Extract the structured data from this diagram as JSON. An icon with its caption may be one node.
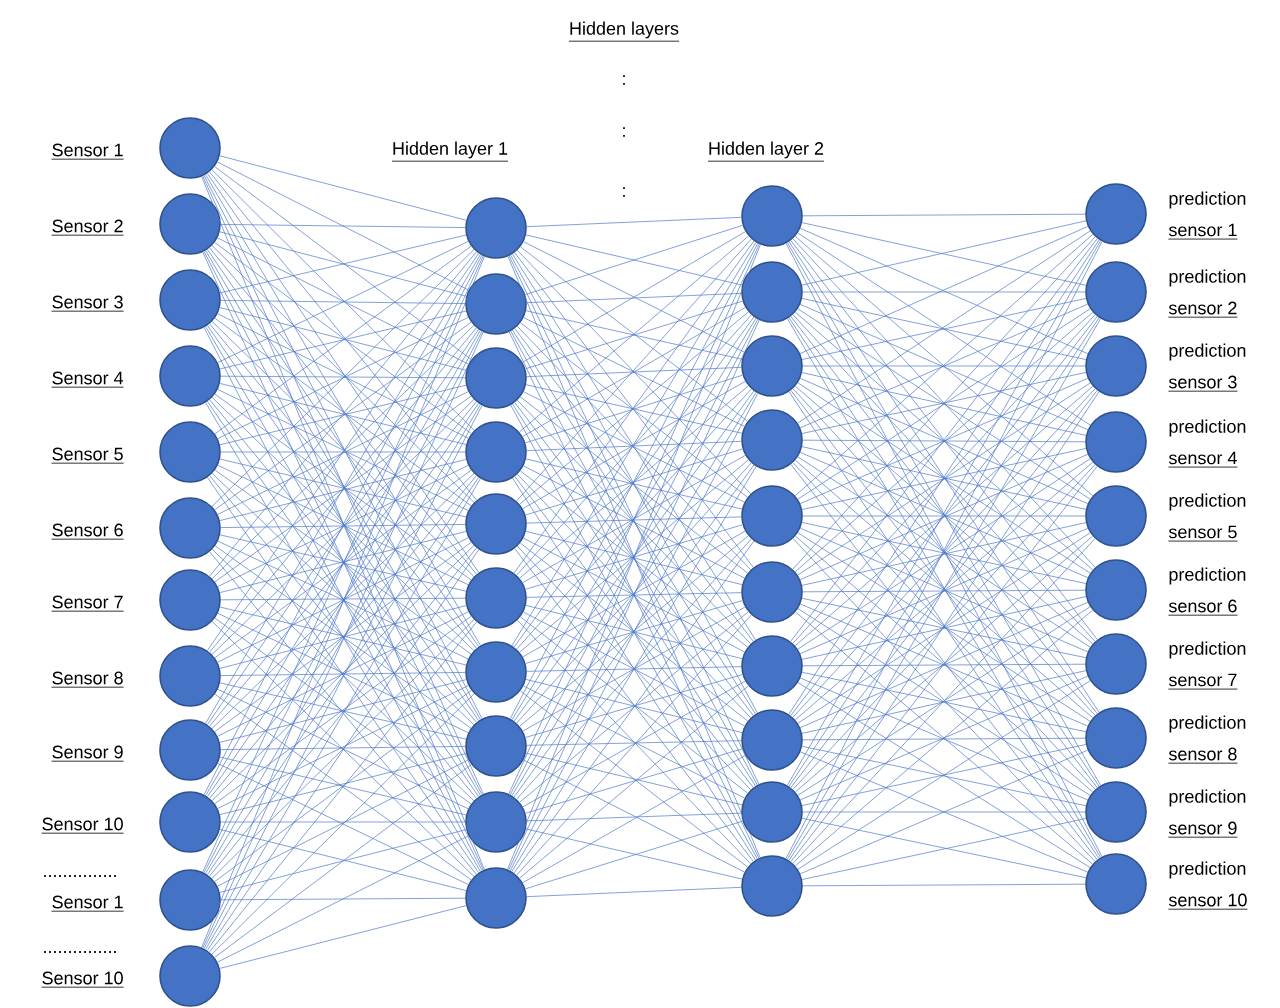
{
  "diagram": {
    "title": "Hidden layers",
    "nodes": [
      {
        "text": [],
        "shape": "circle",
        "beside": [
          "Sensor 1"
        ]
      },
      {
        "text": [],
        "shape": "circle",
        "beside": [
          "Sensor 2"
        ]
      },
      {
        "text": [],
        "shape": "circle",
        "beside": [
          "Sensor 3"
        ]
      },
      {
        "text": [],
        "shape": "circle",
        "beside": [
          "Sensor 4"
        ]
      },
      {
        "text": [],
        "shape": "circle",
        "beside": [
          "Sensor 5"
        ]
      },
      {
        "text": [],
        "shape": "circle",
        "beside": [
          "Sensor 6"
        ]
      },
      {
        "text": [],
        "shape": "circle",
        "beside": [
          "Sensor 7"
        ]
      },
      {
        "text": [],
        "shape": "circle",
        "beside": [
          "Sensor 8"
        ]
      },
      {
        "text": [],
        "shape": "circle",
        "beside": [
          "Sensor 9"
        ]
      },
      {
        "text": [],
        "shape": "circle",
        "beside": [
          "Sensor 10"
        ]
      },
      {
        "text": [],
        "shape": "circle",
        "beside": [
          "Sensor 1"
        ]
      },
      {
        "text": [],
        "shape": "circle",
        "beside": [
          "Sensor 10"
        ]
      },
      {
        "text": [],
        "shape": "circle"
      },
      {
        "text": [],
        "shape": "circle"
      },
      {
        "text": [],
        "shape": "circle"
      },
      {
        "text": [],
        "shape": "circle"
      },
      {
        "text": [],
        "shape": "circle"
      },
      {
        "text": [],
        "shape": "circle"
      },
      {
        "text": [],
        "shape": "circle"
      },
      {
        "text": [],
        "shape": "circle"
      },
      {
        "text": [],
        "shape": "circle"
      },
      {
        "text": [],
        "shape": "circle"
      },
      {
        "text": [],
        "shape": "circle"
      },
      {
        "text": [],
        "shape": "circle"
      },
      {
        "text": [],
        "shape": "circle"
      },
      {
        "text": [],
        "shape": "circle"
      },
      {
        "text": [],
        "shape": "circle"
      },
      {
        "text": [],
        "shape": "circle"
      },
      {
        "text": [],
        "shape": "circle"
      },
      {
        "text": [],
        "shape": "circle"
      },
      {
        "text": [],
        "shape": "circle"
      },
      {
        "text": [],
        "shape": "circle"
      },
      {
        "text": [],
        "shape": "circle",
        "beside": [
          "prediction",
          "sensor 1"
        ]
      },
      {
        "text": [],
        "shape": "circle",
        "beside": [
          "prediction",
          "sensor 2"
        ]
      },
      {
        "text": [],
        "shape": "circle",
        "beside": [
          "prediction",
          "sensor 3"
        ]
      },
      {
        "text": [],
        "shape": "circle",
        "beside": [
          "prediction",
          "sensor 4"
        ]
      },
      {
        "text": [],
        "shape": "circle",
        "beside": [
          "prediction",
          "sensor 5"
        ]
      },
      {
        "text": [],
        "shape": "circle",
        "beside": [
          "prediction",
          "sensor 6"
        ]
      },
      {
        "text": [],
        "shape": "circle",
        "beside": [
          "prediction",
          "sensor 7"
        ]
      },
      {
        "text": [],
        "shape": "circle",
        "beside": [
          "prediction",
          "sensor 8"
        ]
      },
      {
        "text": [],
        "shape": "circle",
        "beside": [
          "prediction",
          "sensor 9"
        ]
      },
      {
        "text": [],
        "shape": "circle",
        "beside": [
          "prediction",
          "sensor 10"
        ]
      }
    ],
    "edges": [
      {
        "from": 0,
        "to": 12,
        "arrow": "none"
      },
      {
        "from": 0,
        "to": 13,
        "arrow": "none"
      },
      {
        "from": 0,
        "to": 14,
        "arrow": "none"
      },
      {
        "from": 0,
        "to": 15,
        "arrow": "none"
      },
      {
        "from": 0,
        "to": 16,
        "arrow": "none"
      },
      {
        "from": 0,
        "to": 17,
        "arrow": "none"
      },
      {
        "from": 0,
        "to": 18,
        "arrow": "none"
      },
      {
        "from": 0,
        "to": 19,
        "arrow": "none"
      },
      {
        "from": 0,
        "to": 20,
        "arrow": "none"
      },
      {
        "from": 0,
        "to": 21,
        "arrow": "none"
      },
      {
        "from": 1,
        "to": 12,
        "arrow": "none"
      },
      {
        "from": 1,
        "to": 13,
        "arrow": "none"
      },
      {
        "from": 1,
        "to": 14,
        "arrow": "none"
      },
      {
        "from": 1,
        "to": 15,
        "arrow": "none"
      },
      {
        "from": 1,
        "to": 16,
        "arrow": "none"
      },
      {
        "from": 1,
        "to": 17,
        "arrow": "none"
      },
      {
        "from": 1,
        "to": 18,
        "arrow": "none"
      },
      {
        "from": 1,
        "to": 19,
        "arrow": "none"
      },
      {
        "from": 1,
        "to": 20,
        "arrow": "none"
      },
      {
        "from": 1,
        "to": 21,
        "arrow": "none"
      },
      {
        "from": 2,
        "to": 12,
        "arrow": "none"
      },
      {
        "from": 2,
        "to": 13,
        "arrow": "none"
      },
      {
        "from": 2,
        "to": 14,
        "arrow": "none"
      },
      {
        "from": 2,
        "to": 15,
        "arrow": "none"
      },
      {
        "from": 2,
        "to": 16,
        "arrow": "none"
      },
      {
        "from": 2,
        "to": 17,
        "arrow": "none"
      },
      {
        "from": 2,
        "to": 18,
        "arrow": "none"
      },
      {
        "from": 2,
        "to": 19,
        "arrow": "none"
      },
      {
        "from": 2,
        "to": 20,
        "arrow": "none"
      },
      {
        "from": 2,
        "to": 21,
        "arrow": "none"
      },
      {
        "from": 3,
        "to": 12,
        "arrow": "none"
      },
      {
        "from": 3,
        "to": 13,
        "arrow": "none"
      },
      {
        "from": 3,
        "to": 14,
        "arrow": "none"
      },
      {
        "from": 3,
        "to": 15,
        "arrow": "none"
      },
      {
        "from": 3,
        "to": 16,
        "arrow": "none"
      },
      {
        "from": 3,
        "to": 17,
        "arrow": "none"
      },
      {
        "from": 3,
        "to": 18,
        "arrow": "none"
      },
      {
        "from": 3,
        "to": 19,
        "arrow": "none"
      },
      {
        "from": 3,
        "to": 20,
        "arrow": "none"
      },
      {
        "from": 3,
        "to": 21,
        "arrow": "none"
      },
      {
        "from": 4,
        "to": 12,
        "arrow": "none"
      },
      {
        "from": 4,
        "to": 13,
        "arrow": "none"
      },
      {
        "from": 4,
        "to": 14,
        "arrow": "none"
      },
      {
        "from": 4,
        "to": 15,
        "arrow": "none"
      },
      {
        "from": 4,
        "to": 16,
        "arrow": "none"
      },
      {
        "from": 4,
        "to": 17,
        "arrow": "none"
      },
      {
        "from": 4,
        "to": 18,
        "arrow": "none"
      },
      {
        "from": 4,
        "to": 19,
        "arrow": "none"
      },
      {
        "from": 4,
        "to": 20,
        "arrow": "none"
      },
      {
        "from": 4,
        "to": 21,
        "arrow": "none"
      },
      {
        "from": 5,
        "to": 12,
        "arrow": "none"
      },
      {
        "from": 5,
        "to": 13,
        "arrow": "none"
      },
      {
        "from": 5,
        "to": 14,
        "arrow": "none"
      },
      {
        "from": 5,
        "to": 15,
        "arrow": "none"
      },
      {
        "from": 5,
        "to": 16,
        "arrow": "none"
      },
      {
        "from": 5,
        "to": 17,
        "arrow": "none"
      },
      {
        "from": 5,
        "to": 18,
        "arrow": "none"
      },
      {
        "from": 5,
        "to": 19,
        "arrow": "none"
      },
      {
        "from": 5,
        "to": 20,
        "arrow": "none"
      },
      {
        "from": 5,
        "to": 21,
        "arrow": "none"
      },
      {
        "from": 6,
        "to": 12,
        "arrow": "none"
      },
      {
        "from": 6,
        "to": 13,
        "arrow": "none"
      },
      {
        "from": 6,
        "to": 14,
        "arrow": "none"
      },
      {
        "from": 6,
        "to": 15,
        "arrow": "none"
      },
      {
        "from": 6,
        "to": 16,
        "arrow": "none"
      },
      {
        "from": 6,
        "to": 17,
        "arrow": "none"
      },
      {
        "from": 6,
        "to": 18,
        "arrow": "none"
      },
      {
        "from": 6,
        "to": 19,
        "arrow": "none"
      },
      {
        "from": 6,
        "to": 20,
        "arrow": "none"
      },
      {
        "from": 6,
        "to": 21,
        "arrow": "none"
      },
      {
        "from": 7,
        "to": 12,
        "arrow": "none"
      },
      {
        "from": 7,
        "to": 13,
        "arrow": "none"
      },
      {
        "from": 7,
        "to": 14,
        "arrow": "none"
      },
      {
        "from": 7,
        "to": 15,
        "arrow": "none"
      },
      {
        "from": 7,
        "to": 16,
        "arrow": "none"
      },
      {
        "from": 7,
        "to": 17,
        "arrow": "none"
      },
      {
        "from": 7,
        "to": 18,
        "arrow": "none"
      },
      {
        "from": 7,
        "to": 19,
        "arrow": "none"
      },
      {
        "from": 7,
        "to": 20,
        "arrow": "none"
      },
      {
        "from": 7,
        "to": 21,
        "arrow": "none"
      },
      {
        "from": 8,
        "to": 12,
        "arrow": "none"
      },
      {
        "from": 8,
        "to": 13,
        "arrow": "none"
      },
      {
        "from": 8,
        "to": 14,
        "arrow": "none"
      },
      {
        "from": 8,
        "to": 15,
        "arrow": "none"
      },
      {
        "from": 8,
        "to": 16,
        "arrow": "none"
      },
      {
        "from": 8,
        "to": 17,
        "arrow": "none"
      },
      {
        "from": 8,
        "to": 18,
        "arrow": "none"
      },
      {
        "from": 8,
        "to": 19,
        "arrow": "none"
      },
      {
        "from": 8,
        "to": 20,
        "arrow": "none"
      },
      {
        "from": 8,
        "to": 21,
        "arrow": "none"
      },
      {
        "from": 9,
        "to": 12,
        "arrow": "none"
      },
      {
        "from": 9,
        "to": 13,
        "arrow": "none"
      },
      {
        "from": 9,
        "to": 14,
        "arrow": "none"
      },
      {
        "from": 9,
        "to": 15,
        "arrow": "none"
      },
      {
        "from": 9,
        "to": 16,
        "arrow": "none"
      },
      {
        "from": 9,
        "to": 17,
        "arrow": "none"
      },
      {
        "from": 9,
        "to": 18,
        "arrow": "none"
      },
      {
        "from": 9,
        "to": 19,
        "arrow": "none"
      },
      {
        "from": 9,
        "to": 20,
        "arrow": "none"
      },
      {
        "from": 9,
        "to": 21,
        "arrow": "none"
      },
      {
        "from": 10,
        "to": 12,
        "arrow": "none"
      },
      {
        "from": 10,
        "to": 13,
        "arrow": "none"
      },
      {
        "from": 10,
        "to": 14,
        "arrow": "none"
      },
      {
        "from": 10,
        "to": 15,
        "arrow": "none"
      },
      {
        "from": 10,
        "to": 16,
        "arrow": "none"
      },
      {
        "from": 10,
        "to": 17,
        "arrow": "none"
      },
      {
        "from": 10,
        "to": 18,
        "arrow": "none"
      },
      {
        "from": 10,
        "to": 19,
        "arrow": "none"
      },
      {
        "from": 10,
        "to": 20,
        "arrow": "none"
      },
      {
        "from": 10,
        "to": 21,
        "arrow": "none"
      },
      {
        "from": 11,
        "to": 12,
        "arrow": "none"
      },
      {
        "from": 11,
        "to": 13,
        "arrow": "none"
      },
      {
        "from": 11,
        "to": 14,
        "arrow": "none"
      },
      {
        "from": 11,
        "to": 15,
        "arrow": "none"
      },
      {
        "from": 11,
        "to": 16,
        "arrow": "none"
      },
      {
        "from": 11,
        "to": 17,
        "arrow": "none"
      },
      {
        "from": 11,
        "to": 18,
        "arrow": "none"
      },
      {
        "from": 11,
        "to": 19,
        "arrow": "none"
      },
      {
        "from": 11,
        "to": 20,
        "arrow": "none"
      },
      {
        "from": 11,
        "to": 21,
        "arrow": "none"
      },
      {
        "from": 12,
        "to": 22,
        "arrow": "none"
      },
      {
        "from": 12,
        "to": 23,
        "arrow": "none"
      },
      {
        "from": 12,
        "to": 24,
        "arrow": "none"
      },
      {
        "from": 12,
        "to": 25,
        "arrow": "none"
      },
      {
        "from": 12,
        "to": 26,
        "arrow": "none"
      },
      {
        "from": 12,
        "to": 27,
        "arrow": "none"
      },
      {
        "from": 12,
        "to": 28,
        "arrow": "none"
      },
      {
        "from": 12,
        "to": 29,
        "arrow": "none"
      },
      {
        "from": 12,
        "to": 30,
        "arrow": "none"
      },
      {
        "from": 12,
        "to": 31,
        "arrow": "none"
      },
      {
        "from": 13,
        "to": 22,
        "arrow": "none"
      },
      {
        "from": 13,
        "to": 23,
        "arrow": "none"
      },
      {
        "from": 13,
        "to": 24,
        "arrow": "none"
      },
      {
        "from": 13,
        "to": 25,
        "arrow": "none"
      },
      {
        "from": 13,
        "to": 26,
        "arrow": "none"
      },
      {
        "from": 13,
        "to": 27,
        "arrow": "none"
      },
      {
        "from": 13,
        "to": 28,
        "arrow": "none"
      },
      {
        "from": 13,
        "to": 29,
        "arrow": "none"
      },
      {
        "from": 13,
        "to": 30,
        "arrow": "none"
      },
      {
        "from": 13,
        "to": 31,
        "arrow": "none"
      },
      {
        "from": 14,
        "to": 22,
        "arrow": "none"
      },
      {
        "from": 14,
        "to": 23,
        "arrow": "none"
      },
      {
        "from": 14,
        "to": 24,
        "arrow": "none"
      },
      {
        "from": 14,
        "to": 25,
        "arrow": "none"
      },
      {
        "from": 14,
        "to": 26,
        "arrow": "none"
      },
      {
        "from": 14,
        "to": 27,
        "arrow": "none"
      },
      {
        "from": 14,
        "to": 28,
        "arrow": "none"
      },
      {
        "from": 14,
        "to": 29,
        "arrow": "none"
      },
      {
        "from": 14,
        "to": 30,
        "arrow": "none"
      },
      {
        "from": 14,
        "to": 31,
        "arrow": "none"
      },
      {
        "from": 15,
        "to": 22,
        "arrow": "none"
      },
      {
        "from": 15,
        "to": 23,
        "arrow": "none"
      },
      {
        "from": 15,
        "to": 24,
        "arrow": "none"
      },
      {
        "from": 15,
        "to": 25,
        "arrow": "none"
      },
      {
        "from": 15,
        "to": 26,
        "arrow": "none"
      },
      {
        "from": 15,
        "to": 27,
        "arrow": "none"
      },
      {
        "from": 15,
        "to": 28,
        "arrow": "none"
      },
      {
        "from": 15,
        "to": 29,
        "arrow": "none"
      },
      {
        "from": 15,
        "to": 30,
        "arrow": "none"
      },
      {
        "from": 15,
        "to": 31,
        "arrow": "none"
      },
      {
        "from": 16,
        "to": 22,
        "arrow": "none"
      },
      {
        "from": 16,
        "to": 23,
        "arrow": "none"
      },
      {
        "from": 16,
        "to": 24,
        "arrow": "none"
      },
      {
        "from": 16,
        "to": 25,
        "arrow": "none"
      },
      {
        "from": 16,
        "to": 26,
        "arrow": "none"
      },
      {
        "from": 16,
        "to": 27,
        "arrow": "none"
      },
      {
        "from": 16,
        "to": 28,
        "arrow": "none"
      },
      {
        "from": 16,
        "to": 29,
        "arrow": "none"
      },
      {
        "from": 16,
        "to": 30,
        "arrow": "none"
      },
      {
        "from": 16,
        "to": 31,
        "arrow": "none"
      },
      {
        "from": 17,
        "to": 22,
        "arrow": "none"
      },
      {
        "from": 17,
        "to": 23,
        "arrow": "none"
      },
      {
        "from": 17,
        "to": 24,
        "arrow": "none"
      },
      {
        "from": 17,
        "to": 25,
        "arrow": "none"
      },
      {
        "from": 17,
        "to": 26,
        "arrow": "none"
      },
      {
        "from": 17,
        "to": 27,
        "arrow": "none"
      },
      {
        "from": 17,
        "to": 28,
        "arrow": "none"
      },
      {
        "from": 17,
        "to": 29,
        "arrow": "none"
      },
      {
        "from": 17,
        "to": 30,
        "arrow": "none"
      },
      {
        "from": 17,
        "to": 31,
        "arrow": "none"
      },
      {
        "from": 18,
        "to": 22,
        "arrow": "none"
      },
      {
        "from": 18,
        "to": 23,
        "arrow": "none"
      },
      {
        "from": 18,
        "to": 24,
        "arrow": "none"
      },
      {
        "from": 18,
        "to": 25,
        "arrow": "none"
      },
      {
        "from": 18,
        "to": 26,
        "arrow": "none"
      },
      {
        "from": 18,
        "to": 27,
        "arrow": "none"
      },
      {
        "from": 18,
        "to": 28,
        "arrow": "none"
      },
      {
        "from": 18,
        "to": 29,
        "arrow": "none"
      },
      {
        "from": 18,
        "to": 30,
        "arrow": "none"
      },
      {
        "from": 18,
        "to": 31,
        "arrow": "none"
      },
      {
        "from": 19,
        "to": 22,
        "arrow": "none"
      },
      {
        "from": 19,
        "to": 23,
        "arrow": "none"
      },
      {
        "from": 19,
        "to": 24,
        "arrow": "none"
      },
      {
        "from": 19,
        "to": 25,
        "arrow": "none"
      },
      {
        "from": 19,
        "to": 26,
        "arrow": "none"
      },
      {
        "from": 19,
        "to": 27,
        "arrow": "none"
      },
      {
        "from": 19,
        "to": 28,
        "arrow": "none"
      },
      {
        "from": 19,
        "to": 29,
        "arrow": "none"
      },
      {
        "from": 19,
        "to": 30,
        "arrow": "none"
      },
      {
        "from": 19,
        "to": 31,
        "arrow": "none"
      },
      {
        "from": 20,
        "to": 22,
        "arrow": "none"
      },
      {
        "from": 20,
        "to": 23,
        "arrow": "none"
      },
      {
        "from": 20,
        "to": 24,
        "arrow": "none"
      },
      {
        "from": 20,
        "to": 25,
        "arrow": "none"
      },
      {
        "from": 20,
        "to": 26,
        "arrow": "none"
      },
      {
        "from": 20,
        "to": 27,
        "arrow": "none"
      },
      {
        "from": 20,
        "to": 28,
        "arrow": "none"
      },
      {
        "from": 20,
        "to": 29,
        "arrow": "none"
      },
      {
        "from": 20,
        "to": 30,
        "arrow": "none"
      },
      {
        "from": 20,
        "to": 31,
        "arrow": "none"
      },
      {
        "from": 21,
        "to": 22,
        "arrow": "none"
      },
      {
        "from": 21,
        "to": 23,
        "arrow": "none"
      },
      {
        "from": 21,
        "to": 24,
        "arrow": "none"
      },
      {
        "from": 21,
        "to": 25,
        "arrow": "none"
      },
      {
        "from": 21,
        "to": 26,
        "arrow": "none"
      },
      {
        "from": 21,
        "to": 27,
        "arrow": "none"
      },
      {
        "from": 21,
        "to": 28,
        "arrow": "none"
      },
      {
        "from": 21,
        "to": 29,
        "arrow": "none"
      },
      {
        "from": 21,
        "to": 30,
        "arrow": "none"
      },
      {
        "from": 21,
        "to": 31,
        "arrow": "none"
      },
      {
        "from": 22,
        "to": 32,
        "arrow": "none"
      },
      {
        "from": 22,
        "to": 33,
        "arrow": "none"
      },
      {
        "from": 22,
        "to": 34,
        "arrow": "none"
      },
      {
        "from": 22,
        "to": 35,
        "arrow": "none"
      },
      {
        "from": 22,
        "to": 36,
        "arrow": "none"
      },
      {
        "from": 22,
        "to": 37,
        "arrow": "none"
      },
      {
        "from": 22,
        "to": 38,
        "arrow": "none"
      },
      {
        "from": 22,
        "to": 39,
        "arrow": "none"
      },
      {
        "from": 22,
        "to": 40,
        "arrow": "none"
      },
      {
        "from": 22,
        "to": 41,
        "arrow": "none"
      },
      {
        "from": 23,
        "to": 32,
        "arrow": "none"
      },
      {
        "from": 23,
        "to": 33,
        "arrow": "none"
      },
      {
        "from": 23,
        "to": 34,
        "arrow": "none"
      },
      {
        "from": 23,
        "to": 35,
        "arrow": "none"
      },
      {
        "from": 23,
        "to": 36,
        "arrow": "none"
      },
      {
        "from": 23,
        "to": 37,
        "arrow": "none"
      },
      {
        "from": 23,
        "to": 38,
        "arrow": "none"
      },
      {
        "from": 23,
        "to": 39,
        "arrow": "none"
      },
      {
        "from": 23,
        "to": 40,
        "arrow": "none"
      },
      {
        "from": 23,
        "to": 41,
        "arrow": "none"
      },
      {
        "from": 24,
        "to": 32,
        "arrow": "none"
      },
      {
        "from": 24,
        "to": 33,
        "arrow": "none"
      },
      {
        "from": 24,
        "to": 34,
        "arrow": "none"
      },
      {
        "from": 24,
        "to": 35,
        "arrow": "none"
      },
      {
        "from": 24,
        "to": 36,
        "arrow": "none"
      },
      {
        "from": 24,
        "to": 37,
        "arrow": "none"
      },
      {
        "from": 24,
        "to": 38,
        "arrow": "none"
      },
      {
        "from": 24,
        "to": 39,
        "arrow": "none"
      },
      {
        "from": 24,
        "to": 40,
        "arrow": "none"
      },
      {
        "from": 24,
        "to": 41,
        "arrow": "none"
      },
      {
        "from": 25,
        "to": 32,
        "arrow": "none"
      },
      {
        "from": 25,
        "to": 33,
        "arrow": "none"
      },
      {
        "from": 25,
        "to": 34,
        "arrow": "none"
      },
      {
        "from": 25,
        "to": 35,
        "arrow": "none"
      },
      {
        "from": 25,
        "to": 36,
        "arrow": "none"
      },
      {
        "from": 25,
        "to": 37,
        "arrow": "none"
      },
      {
        "from": 25,
        "to": 38,
        "arrow": "none"
      },
      {
        "from": 25,
        "to": 39,
        "arrow": "none"
      },
      {
        "from": 25,
        "to": 40,
        "arrow": "none"
      },
      {
        "from": 25,
        "to": 41,
        "arrow": "none"
      },
      {
        "from": 26,
        "to": 32,
        "arrow": "none"
      },
      {
        "from": 26,
        "to": 33,
        "arrow": "none"
      },
      {
        "from": 26,
        "to": 34,
        "arrow": "none"
      },
      {
        "from": 26,
        "to": 35,
        "arrow": "none"
      },
      {
        "from": 26,
        "to": 36,
        "arrow": "none"
      },
      {
        "from": 26,
        "to": 37,
        "arrow": "none"
      },
      {
        "from": 26,
        "to": 38,
        "arrow": "none"
      },
      {
        "from": 26,
        "to": 39,
        "arrow": "none"
      },
      {
        "from": 26,
        "to": 40,
        "arrow": "none"
      },
      {
        "from": 26,
        "to": 41,
        "arrow": "none"
      },
      {
        "from": 27,
        "to": 32,
        "arrow": "none"
      },
      {
        "from": 27,
        "to": 33,
        "arrow": "none"
      },
      {
        "from": 27,
        "to": 34,
        "arrow": "none"
      },
      {
        "from": 27,
        "to": 35,
        "arrow": "none"
      },
      {
        "from": 27,
        "to": 36,
        "arrow": "none"
      },
      {
        "from": 27,
        "to": 37,
        "arrow": "none"
      },
      {
        "from": 27,
        "to": 38,
        "arrow": "none"
      },
      {
        "from": 27,
        "to": 39,
        "arrow": "none"
      },
      {
        "from": 27,
        "to": 40,
        "arrow": "none"
      },
      {
        "from": 27,
        "to": 41,
        "arrow": "none"
      },
      {
        "from": 28,
        "to": 32,
        "arrow": "none"
      },
      {
        "from": 28,
        "to": 33,
        "arrow": "none"
      },
      {
        "from": 28,
        "to": 34,
        "arrow": "none"
      },
      {
        "from": 28,
        "to": 35,
        "arrow": "none"
      },
      {
        "from": 28,
        "to": 36,
        "arrow": "none"
      },
      {
        "from": 28,
        "to": 37,
        "arrow": "none"
      },
      {
        "from": 28,
        "to": 38,
        "arrow": "none"
      },
      {
        "from": 28,
        "to": 39,
        "arrow": "none"
      },
      {
        "from": 28,
        "to": 40,
        "arrow": "none"
      },
      {
        "from": 28,
        "to": 41,
        "arrow": "none"
      },
      {
        "from": 29,
        "to": 32,
        "arrow": "none"
      },
      {
        "from": 29,
        "to": 33,
        "arrow": "none"
      },
      {
        "from": 29,
        "to": 34,
        "arrow": "none"
      },
      {
        "from": 29,
        "to": 35,
        "arrow": "none"
      },
      {
        "from": 29,
        "to": 36,
        "arrow": "none"
      },
      {
        "from": 29,
        "to": 37,
        "arrow": "none"
      },
      {
        "from": 29,
        "to": 38,
        "arrow": "none"
      },
      {
        "from": 29,
        "to": 39,
        "arrow": "none"
      },
      {
        "from": 29,
        "to": 40,
        "arrow": "none"
      },
      {
        "from": 29,
        "to": 41,
        "arrow": "none"
      },
      {
        "from": 30,
        "to": 32,
        "arrow": "none"
      },
      {
        "from": 30,
        "to": 33,
        "arrow": "none"
      },
      {
        "from": 30,
        "to": 34,
        "arrow": "none"
      },
      {
        "from": 30,
        "to": 35,
        "arrow": "none"
      },
      {
        "from": 30,
        "to": 36,
        "arrow": "none"
      },
      {
        "from": 30,
        "to": 37,
        "arrow": "none"
      },
      {
        "from": 30,
        "to": 38,
        "arrow": "none"
      },
      {
        "from": 30,
        "to": 39,
        "arrow": "none"
      },
      {
        "from": 30,
        "to": 40,
        "arrow": "none"
      },
      {
        "from": 30,
        "to": 41,
        "arrow": "none"
      },
      {
        "from": 31,
        "to": 32,
        "arrow": "none"
      },
      {
        "from": 31,
        "to": 33,
        "arrow": "none"
      },
      {
        "from": 31,
        "to": 34,
        "arrow": "none"
      },
      {
        "from": 31,
        "to": 35,
        "arrow": "none"
      },
      {
        "from": 31,
        "to": 36,
        "arrow": "none"
      },
      {
        "from": 31,
        "to": 37,
        "arrow": "none"
      },
      {
        "from": 31,
        "to": 38,
        "arrow": "none"
      },
      {
        "from": 31,
        "to": 39,
        "arrow": "none"
      },
      {
        "from": 31,
        "to": 40,
        "arrow": "none"
      },
      {
        "from": 31,
        "to": 41,
        "arrow": "none"
      }
    ],
    "labels": [
      ":",
      ":",
      ":",
      "Hidden layer 1",
      "Hidden layer 2",
      "...............",
      "..............."
    ]
  }
}
